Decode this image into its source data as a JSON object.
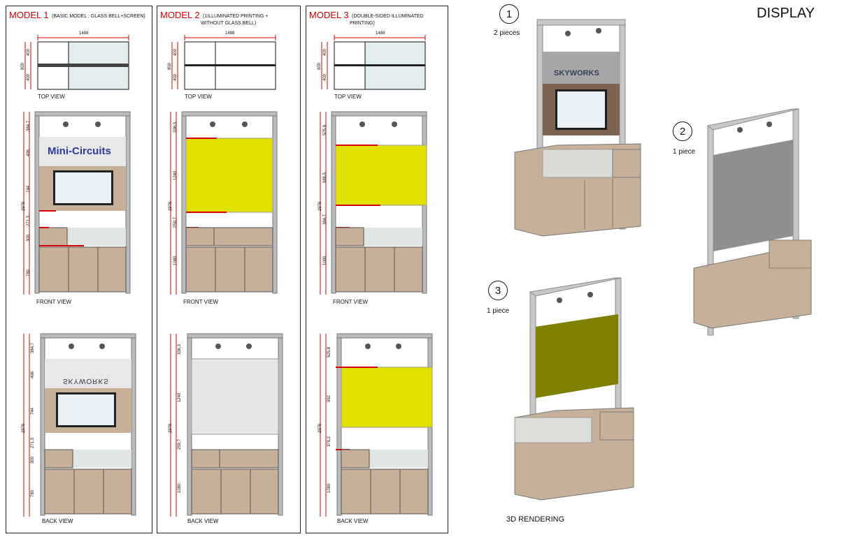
{
  "header": {
    "display": "DISPLAY",
    "render_label": "3D RENDERING"
  },
  "models": [
    {
      "title": "MODEL 1",
      "desc": "(BASIC MODEL : GLASS BELL+SCREEN)",
      "desc2": "",
      "width_dim": "1488",
      "top": {
        "d400a": "400",
        "d800": "800",
        "d400b": "400"
      },
      "front": {
        "total": "2976",
        "d1": "384,7",
        "d2": "496",
        "d3": "744",
        "d4": "271,3",
        "d5": "300",
        "d6": "780",
        "brand": "Mini-Circuits"
      },
      "back": {
        "total": "2976",
        "d1": "384,7",
        "d2": "496",
        "d3": "744",
        "d4": "271,3",
        "d5": "300",
        "d6": "780",
        "brand": "SKYWORKS"
      },
      "views": {
        "top": "TOP VIEW",
        "front": "FRONT VIEW",
        "back": "BACK VIEW"
      }
    },
    {
      "title": "MODEL 2",
      "desc": "(1ILLUMINATED PRINTING +",
      "desc2": "WITHOUT GLASS BELL)",
      "width_dim": "1488",
      "top": {
        "d400a": "400",
        "d800": "800",
        "d400b": "400"
      },
      "front": {
        "total": "2976",
        "d1": "336,3",
        "d2": "1240",
        "d3": "259,7",
        "d4": "1080"
      },
      "back": {
        "total": "2976",
        "d1": "336,3",
        "d2": "1240",
        "d3": "259,7",
        "d4": "1080"
      },
      "views": {
        "top": "TOP VIEW",
        "front": "FRONT VIEW",
        "back": "BACK VIEW"
      }
    },
    {
      "title": "MODEL 3",
      "desc": "(DOUBLE-SIDED ILLUMINATED",
      "desc2": "PRINTING)",
      "width_dim": "1488",
      "top": {
        "d400a": "400",
        "d800": "800",
        "d400b": "400"
      },
      "front": {
        "total": "2976",
        "d1": "525,8",
        "d2": "986,5",
        "d3": "384,7",
        "d4": "1080"
      },
      "back": {
        "total": "2976",
        "d1": "525,8",
        "d2": "992",
        "d3": "378,2",
        "d4": "1080"
      },
      "views": {
        "top": "TOP VIEW",
        "front": "FRONT VIEW",
        "back": "BACK VIEW"
      }
    }
  ],
  "renders": [
    {
      "num": "1",
      "pieces": "2 pieces",
      "brand": "SKYWORKS"
    },
    {
      "num": "2",
      "pieces": "1 piece"
    },
    {
      "num": "3",
      "pieces": "1 piece"
    }
  ],
  "colors": {
    "red": "#d40000",
    "yellow": "#e1e000",
    "olive": "#7f7f00",
    "wood": "#c6b09a",
    "glass": "#e2eeee",
    "grey": "#9a9a9a"
  }
}
